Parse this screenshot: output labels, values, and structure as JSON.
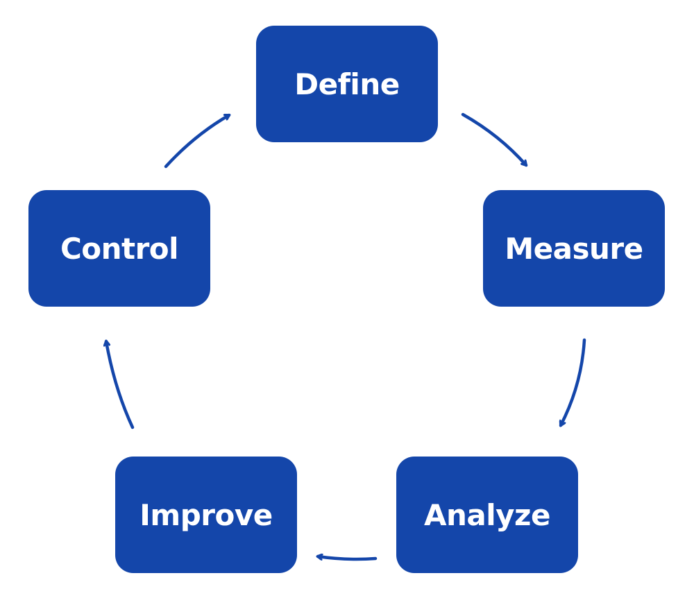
{
  "colors": {
    "box_fill": "#1446AA",
    "arrow": "#1446AA",
    "label": "#FFFFFF",
    "background": "#FFFFFF"
  },
  "steps": [
    {
      "label": "Define"
    },
    {
      "label": "Measure"
    },
    {
      "label": "Analyze"
    },
    {
      "label": "Improve"
    },
    {
      "label": "Control"
    }
  ],
  "connections": [
    {
      "from": "Define",
      "to": "Measure"
    },
    {
      "from": "Measure",
      "to": "Analyze"
    },
    {
      "from": "Analyze",
      "to": "Improve"
    },
    {
      "from": "Improve",
      "to": "Control"
    },
    {
      "from": "Control",
      "to": "Define"
    }
  ]
}
